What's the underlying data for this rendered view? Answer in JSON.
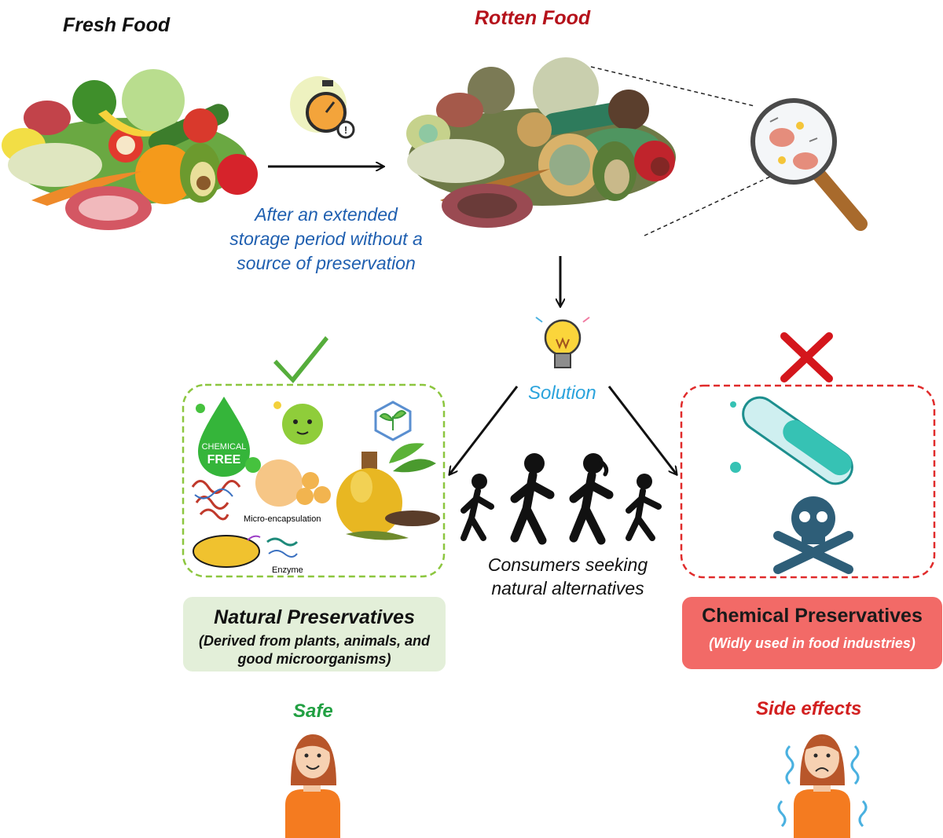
{
  "labels": {
    "fresh_food": "Fresh Food",
    "rotten_food": "Rotten Food",
    "storage_caption": "After an extended storage period without a source of preservation",
    "solution": "Solution",
    "consumers_caption": "Consumers seeking natural alternatives",
    "natural_title": "Natural Preservatives",
    "natural_subtitle": "(Derived from plants, animals, and good microorganisms)",
    "chemical_title": "Chemical Preservatives",
    "chemical_subtitle": "(Widly used in food industries)",
    "safe": "Safe",
    "side_effects": "Side effects",
    "microencapsulation": "Micro-encapsulation",
    "enzyme": "Enzyme",
    "chemical_free_line1": "CHEMICAL",
    "chemical_free_line2": "FREE"
  },
  "colors": {
    "rotten_red": "#b5121b",
    "caption_blue": "#1f5fb0",
    "solution_blue": "#2aa3dc",
    "safe_green": "#22a043",
    "side_red": "#d21f1f",
    "natural_card": "#e3efd9",
    "chemical_card": "#f26a67",
    "natural_border": "#8cc63f",
    "chemical_border": "#e02b2b"
  },
  "icons": [
    "vegetable-pile-icon",
    "rotten-vegetable-pile-icon",
    "stopwatch-icon",
    "magnifier-microbes-icon",
    "lightbulb-icon",
    "check-mark-icon",
    "cross-mark-icon",
    "test-tube-icon",
    "skull-crossbones-icon",
    "running-people-icon",
    "happy-person-icon",
    "sick-person-icon"
  ]
}
